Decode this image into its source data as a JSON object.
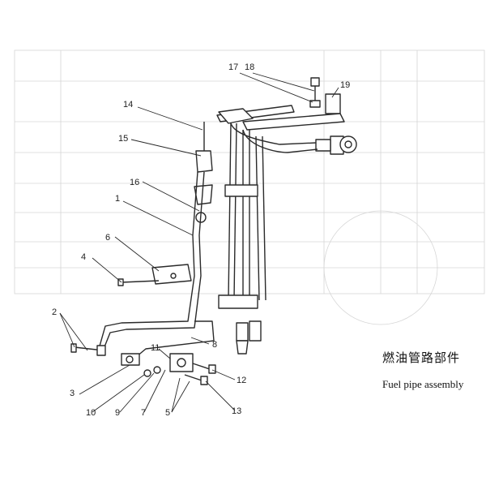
{
  "diagram": {
    "title_cn": "燃油管路部件",
    "title_en": "Fuel pipe assembly",
    "callouts": [
      "1",
      "2",
      "3",
      "4",
      "5",
      "6",
      "7",
      "8",
      "9",
      "10",
      "11",
      "12",
      "13",
      "14",
      "15",
      "16",
      "17",
      "18",
      "19"
    ]
  },
  "colors": {
    "line": "#2a2a2a",
    "ghost": "#c8c8c8",
    "paper": "#ffffff"
  }
}
